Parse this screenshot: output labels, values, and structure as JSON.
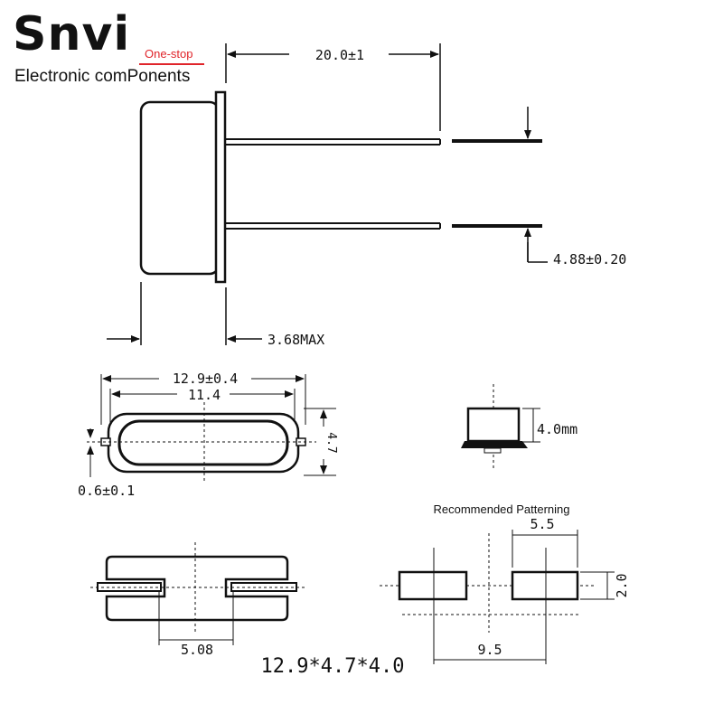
{
  "brand": {
    "name": "Snvi",
    "tagline": "One-stop",
    "subtitle": "Electronic comPonents",
    "accent_color": "#e0242a"
  },
  "side_view": {
    "lead_length": "20.0±1",
    "lead_spacing": "4.88±0.20",
    "body_thickness": "3.68MAX"
  },
  "top_view": {
    "overall_length": "12.9±0.4",
    "inner_length": "11.4",
    "width": "4.7",
    "lead_diameter": "0.6±0.1"
  },
  "height_view": {
    "height": "4.0mm"
  },
  "patterning": {
    "title": "Recommended Patterning",
    "pad_length": "5.5",
    "pad_height": "2.0",
    "pad_pitch": "9.5"
  },
  "smd_view": {
    "lead_pitch": "5.08"
  },
  "size_label": "12.9*4.7*4.0"
}
